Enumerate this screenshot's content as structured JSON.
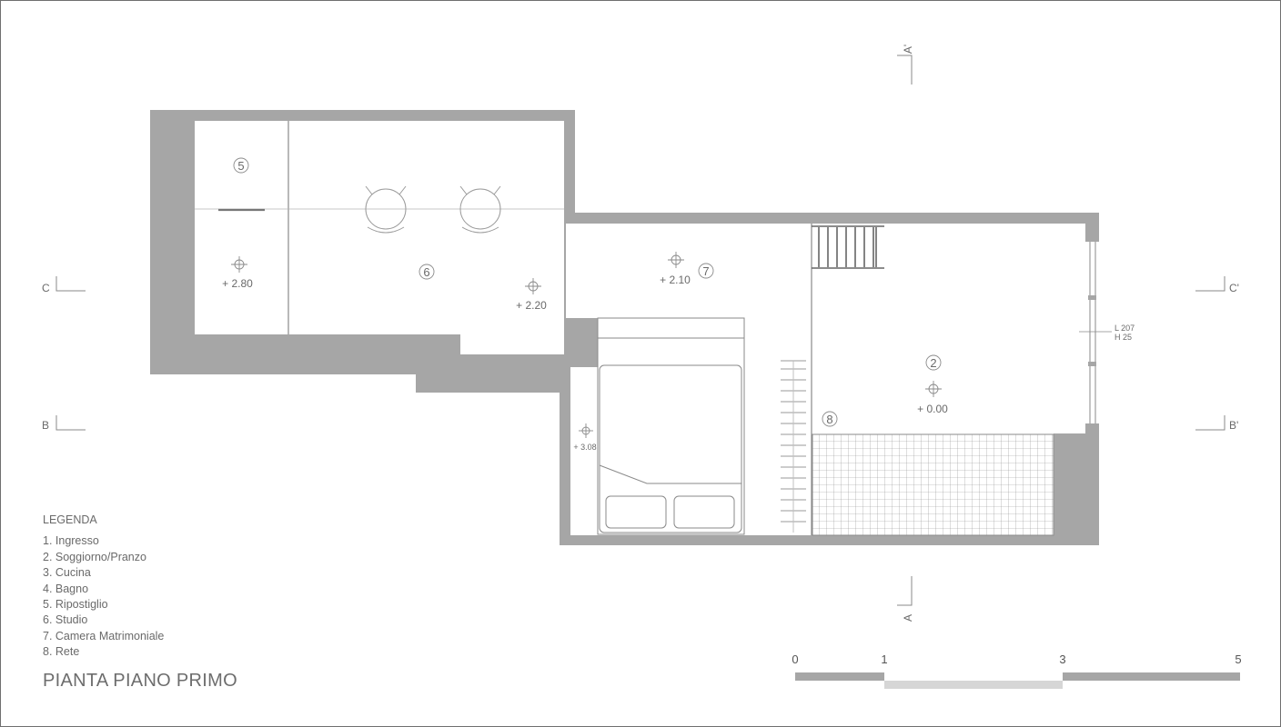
{
  "drawing": {
    "title": "PIANTA PIANO PRIMO",
    "wall_color": "#a6a6a6",
    "line_color": "#8a8a8a"
  },
  "legend": {
    "title": "LEGENDA",
    "items": [
      "1. Ingresso",
      "2. Soggiorno/Pranzo",
      "3. Cucina",
      "4. Bagno",
      "5. Ripostiglio",
      "6. Studio",
      "7. Camera Matrimoniale",
      "8. Rete"
    ]
  },
  "rooms": {
    "r5": "5",
    "r6": "6",
    "r7": "7",
    "r2": "2",
    "r8": "8"
  },
  "elevations": {
    "e1": "+ 2.80",
    "e2": "+ 2.20",
    "e3": "+ 2.10",
    "e4": "+ 3.08",
    "e5": "+ 0.00"
  },
  "window_note": {
    "line1": "L 207",
    "line2": "H 25"
  },
  "sections": {
    "a_top": "A'",
    "a_bottom": "A",
    "c_left": "C",
    "c_right": "C'",
    "b_left": "B",
    "b_right": "B'"
  },
  "scale_bar": {
    "labels": [
      "0",
      "1",
      "3",
      "5"
    ]
  }
}
